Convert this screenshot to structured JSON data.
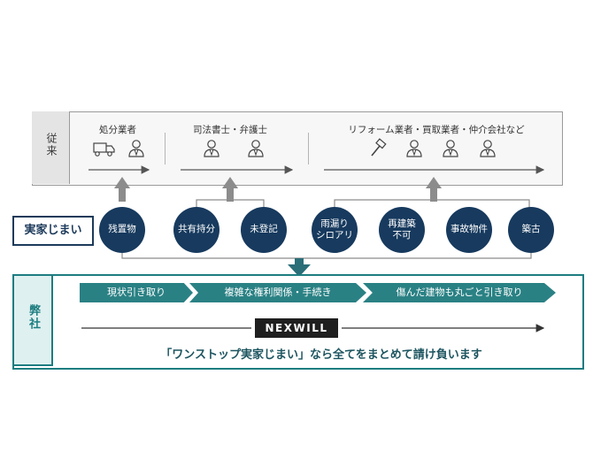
{
  "conventional": {
    "label": "従来",
    "groups": [
      {
        "title": "処分業者",
        "icons": [
          "truck-icon",
          "person-icon"
        ]
      },
      {
        "title": "司法書士・弁護士",
        "icons": [
          "person-icon",
          "person-icon"
        ]
      },
      {
        "title": "リフォーム業者・買取業者・仲介会社など",
        "icons": [
          "hammer-icon",
          "person-icon",
          "person-icon",
          "person-icon"
        ]
      }
    ]
  },
  "jikka": {
    "label": "実家じまい",
    "items": [
      {
        "label": "残置物"
      },
      {
        "label": "共有持分"
      },
      {
        "label": "未登記"
      },
      {
        "label": "雨漏り\nシロアリ"
      },
      {
        "label": "再建築\n不可"
      },
      {
        "label": "事故物件"
      },
      {
        "label": "築古"
      }
    ]
  },
  "company": {
    "label": "弊社",
    "steps": [
      "現状引き取り",
      "複雑な権利関係・手続き",
      "傷んだ建物も丸ごと引き取り"
    ],
    "brand": "NEXWILL",
    "tagline": "「ワンストップ実家じまい」なら全てをまとめて請け負います"
  },
  "colors": {
    "navy": "#173a5e",
    "teal": "#2a8184",
    "gray": "#8c8c8c"
  }
}
